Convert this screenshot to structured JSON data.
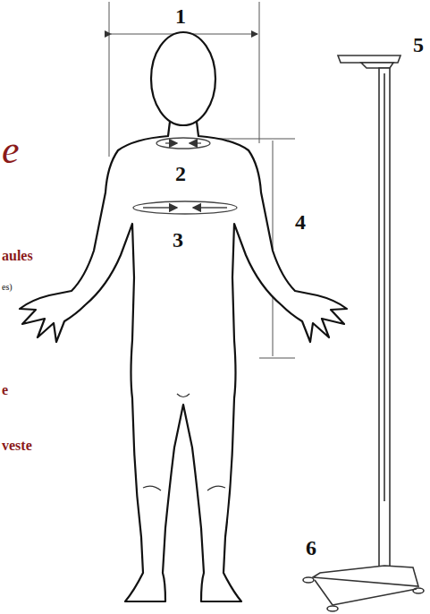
{
  "diagram": {
    "labels": [
      "1",
      "e",
      "2",
      "3",
      "4",
      "5",
      "6",
      "aules",
      "es)",
      "e",
      "veste"
    ]
  }
}
